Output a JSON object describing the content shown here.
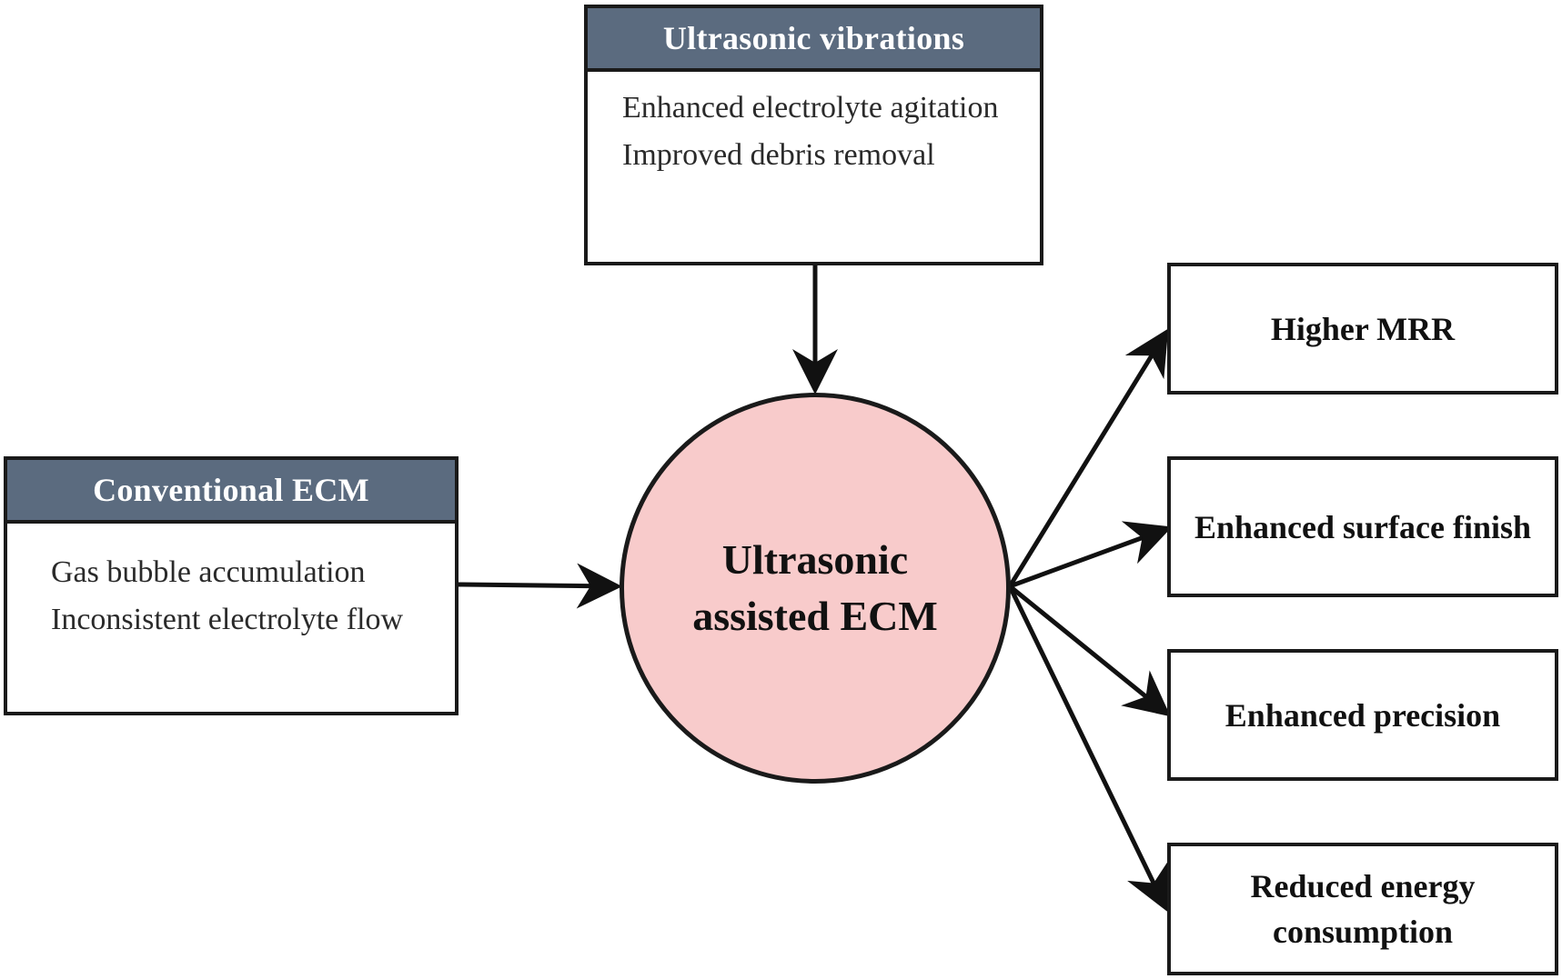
{
  "top_box": {
    "title": "Ultrasonic vibrations",
    "items": [
      "Enhanced electrolyte agitation",
      "Improved debris removal"
    ]
  },
  "left_box": {
    "title": "Conventional ECM",
    "items": [
      "Gas bubble accumulation",
      "Inconsistent electrolyte flow"
    ]
  },
  "center": {
    "label": "Ultrasonic assisted ECM",
    "fill_color": "#f8cbcb"
  },
  "header_color": "#5b6b7f",
  "outcomes": [
    "Higher MRR",
    "Enhanced surface finish",
    "Enhanced precision",
    "Reduced energy consumption"
  ]
}
